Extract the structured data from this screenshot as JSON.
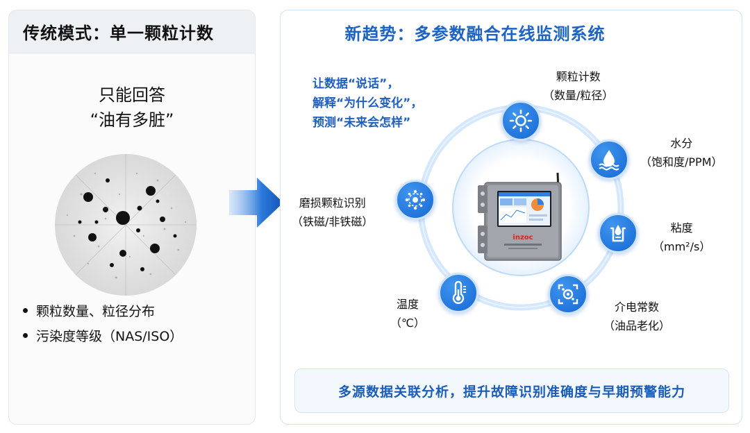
{
  "left": {
    "title": "传统模式：单一颗粒计数",
    "quote_line1": "只能回答",
    "quote_line2": "“油有多脏”",
    "bullets": [
      "颗粒数量、粒径分布",
      "污染度等级（NAS/ISO）"
    ]
  },
  "right": {
    "title": "新趋势：多参数融合在线监测系统",
    "tagline": [
      "让数据“说话”，",
      "解释“为什么变化”，",
      "预测“未来会怎样”"
    ],
    "nodes": [
      {
        "icon": "sun-icon",
        "line1": "颗粒计数",
        "line2": "（数量/粒径）"
      },
      {
        "icon": "water-drop-icon",
        "line1": "水分",
        "line2": "（饱和度/PPM）"
      },
      {
        "icon": "viscosity-icon",
        "line1": "粘度",
        "line2": "（mm²/s）"
      },
      {
        "icon": "dielectric-icon",
        "line1": "介电常数",
        "line2": "（油品老化）"
      },
      {
        "icon": "thermometer-icon",
        "line1": "温度",
        "line2": "（℃）"
      },
      {
        "icon": "wear-particle-icon",
        "line1": "磨损颗粒识别",
        "line2": "（铁磁/非铁磁）"
      }
    ],
    "device_brand": "inzoc",
    "footer": "多源数据关联分析，提升故障识别准确度与早期预警能力"
  },
  "colors": {
    "accent_blue": "#1c63c4",
    "node_blue": "#1668d3",
    "ring_blue": "#cfe4fb",
    "panel_border": "#d2e2f5"
  }
}
